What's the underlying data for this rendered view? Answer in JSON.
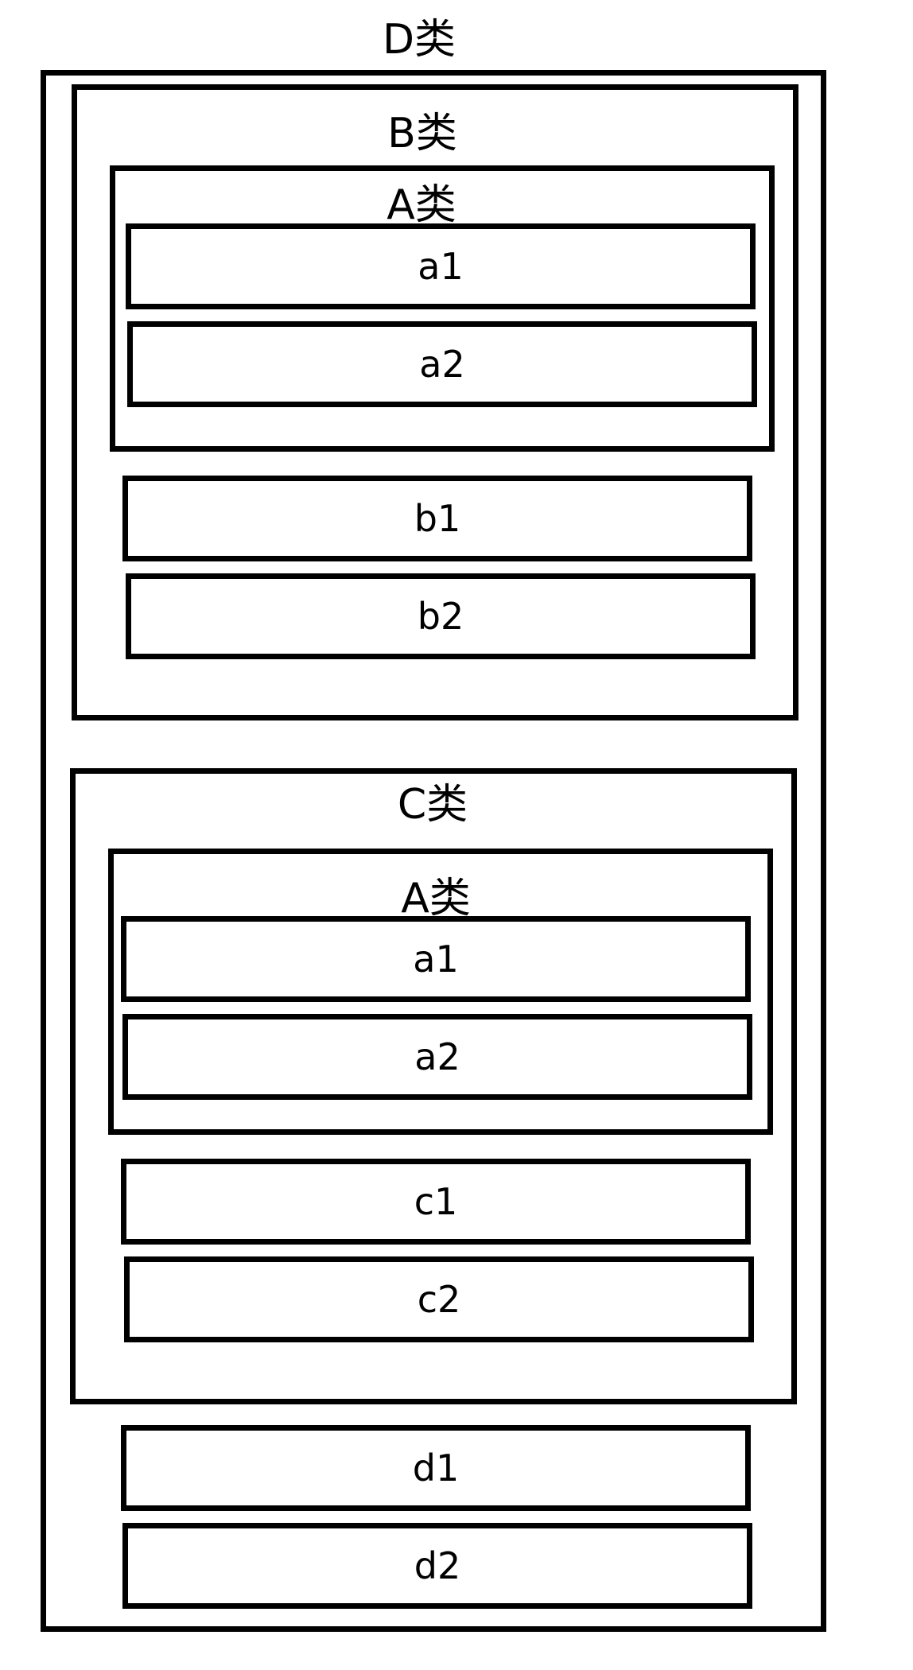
{
  "d": {
    "label": "D类",
    "b": {
      "label": "B类",
      "a": {
        "label": "A类",
        "fields": [
          "a1",
          "a2"
        ]
      },
      "fields": [
        "b1",
        "b2"
      ]
    },
    "c": {
      "label": "C类",
      "a": {
        "label": "A类",
        "fields": [
          "a1",
          "a2"
        ]
      },
      "fields": [
        "c1",
        "c2"
      ]
    },
    "fields": [
      "d1",
      "d2"
    ]
  }
}
